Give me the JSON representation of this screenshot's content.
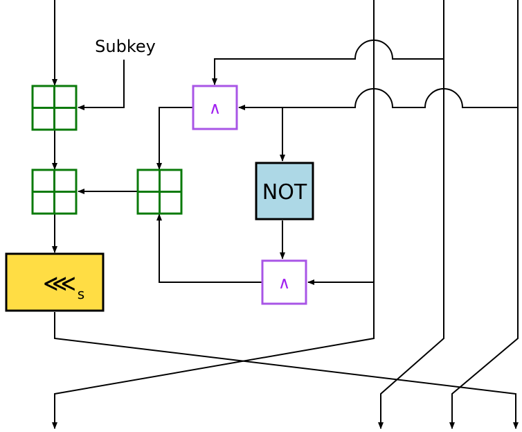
{
  "labels": {
    "subkey": "Subkey",
    "and_top": "∧",
    "and_bottom": "∧",
    "not": "NOT",
    "rotate_symbol": "⋘",
    "rotate_subscript": "s"
  },
  "colors": {
    "line": "#000000",
    "adder_stroke": "#0a7a0a",
    "and_stroke": "#a855e6",
    "and_text": "#a020f0",
    "not_fill": "#add8e6",
    "rotate_fill": "#ffdd44",
    "background": "#ffffff"
  }
}
